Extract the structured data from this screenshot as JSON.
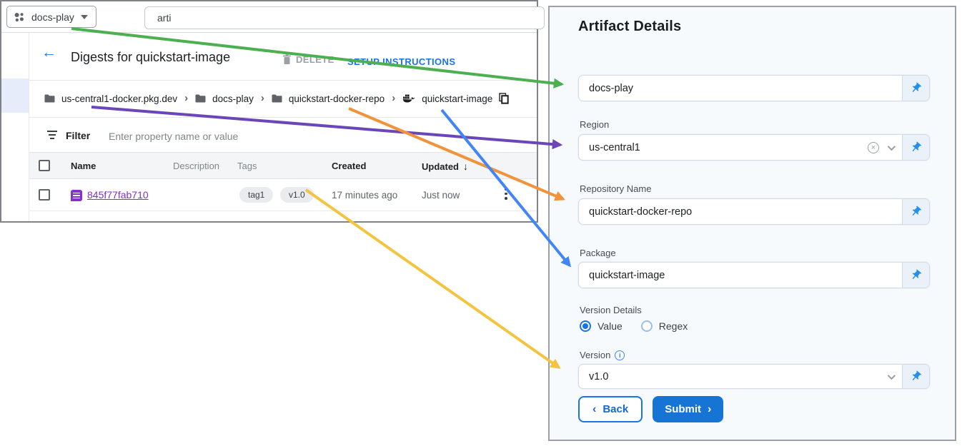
{
  "console": {
    "project_selector": {
      "label": "docs-play"
    },
    "search": {
      "value": "arti"
    },
    "header": {
      "title": "Digests for quickstart-image",
      "delete_label": "DELETE",
      "setup_label": "SETUP INSTRUCTIONS"
    },
    "breadcrumb": {
      "items": [
        "us-central1-docker.pkg.dev",
        "docs-play",
        "quickstart-docker-repo",
        "quickstart-image"
      ],
      "separator": "›"
    },
    "filter": {
      "label": "Filter",
      "placeholder": "Enter property name or value"
    },
    "table": {
      "columns": {
        "name": "Name",
        "description": "Description",
        "tags": "Tags",
        "created": "Created",
        "updated": "Updated"
      },
      "sort_icon": "↓",
      "row": {
        "digest": "845f77fab710",
        "tags": [
          "tag1",
          "v1.0"
        ],
        "created": "17 minutes ago",
        "updated": "Just now"
      }
    }
  },
  "panel": {
    "title": "Artifact Details",
    "fields": [
      {
        "label": "",
        "value": "docs-play"
      },
      {
        "label": "Region",
        "value": "us-central1"
      },
      {
        "label": "Repository Name",
        "value": "quickstart-docker-repo"
      },
      {
        "label": "Package",
        "value": "quickstart-image"
      },
      {
        "label": "Version",
        "value": "v1.0"
      }
    ],
    "version_details": {
      "label": "Version Details",
      "options": [
        "Value",
        "Regex"
      ],
      "selected": "Value"
    },
    "buttons": {
      "back_chevron": "‹",
      "back": "Back",
      "submit": "Submit",
      "submit_chevron": "›"
    }
  },
  "arrows": {
    "colors": {
      "project": "#4caf50",
      "region": "#6b46b8",
      "repository": "#f0933a",
      "package": "#4285f4",
      "version": "#f3c440"
    }
  },
  "accent_colors": {
    "link_purple": "#8430ce",
    "console_blue": "#1a73e8",
    "submit_blue": "#1574d4",
    "pin_blue": "#2490ea"
  }
}
